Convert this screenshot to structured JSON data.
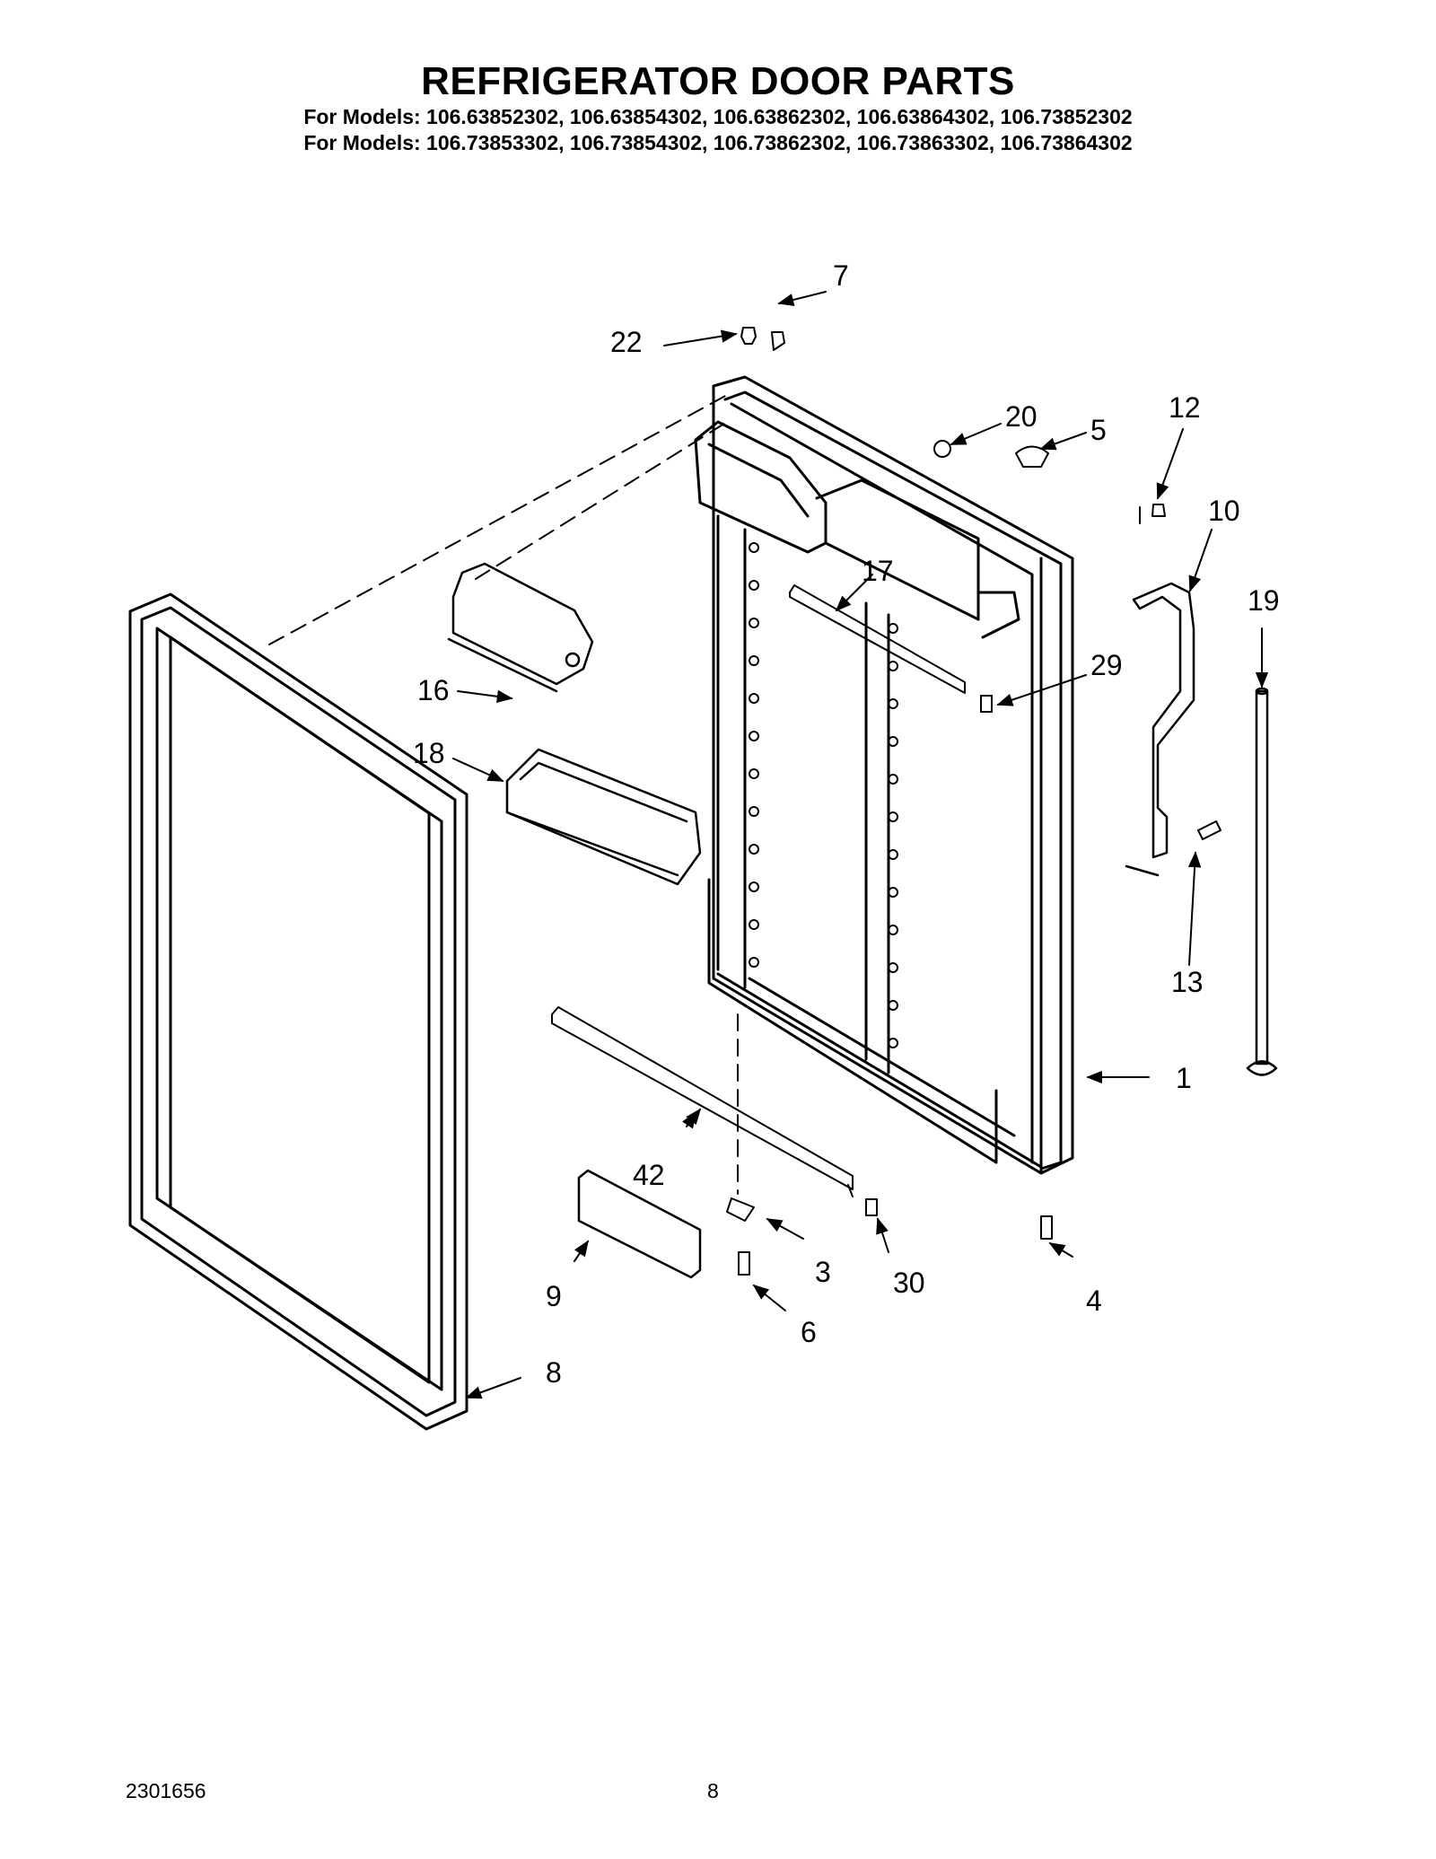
{
  "header": {
    "title": "REFRIGERATOR DOOR PARTS",
    "models_line_1": "For Models: 106.63852302, 106.63854302, 106.63862302, 106.63864302, 106.73852302",
    "models_line_2": "For Models: 106.73853302, 106.73854302, 106.73862302, 106.73863302, 106.73864302"
  },
  "callouts": {
    "c1": "1",
    "c3": "3",
    "c4": "4",
    "c5": "5",
    "c6": "6",
    "c7": "7",
    "c8": "8",
    "c9": "9",
    "c10": "10",
    "c12": "12",
    "c13": "13",
    "c16": "16",
    "c17": "17",
    "c18": "18",
    "c19": "19",
    "c20": "20",
    "c22": "22",
    "c29": "29",
    "c30": "30",
    "c42": "42"
  },
  "footer": {
    "doc_number": "2301656",
    "page_number": "8"
  }
}
